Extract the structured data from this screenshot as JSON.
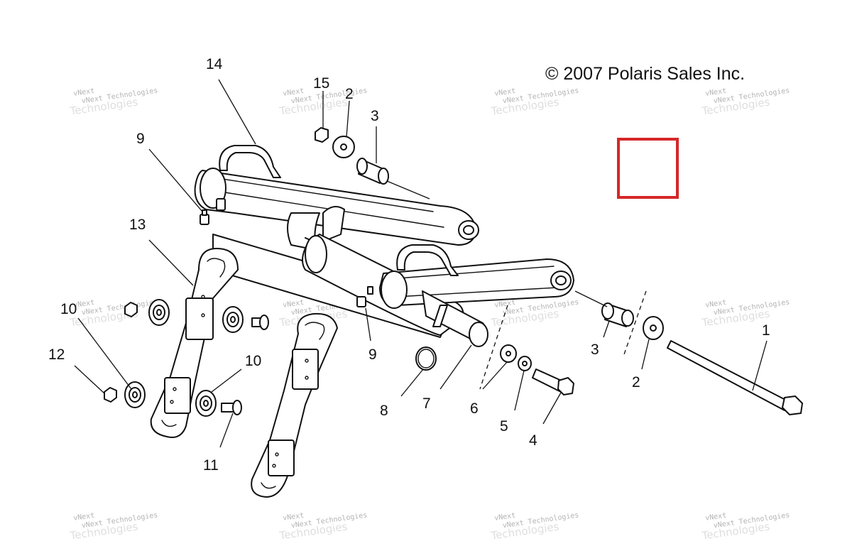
{
  "copyright": "© 2007 Polaris Sales Inc.",
  "watermark": {
    "top": "vNext",
    "line": "vNext Technologies",
    "big": "Technologies"
  },
  "callouts": [
    "1",
    "2",
    "2",
    "3",
    "3",
    "4",
    "5",
    "6",
    "7",
    "8",
    "9",
    "9",
    "10",
    "10",
    "11",
    "12",
    "13",
    "14",
    "15"
  ],
  "highlight_color": "#d62728"
}
